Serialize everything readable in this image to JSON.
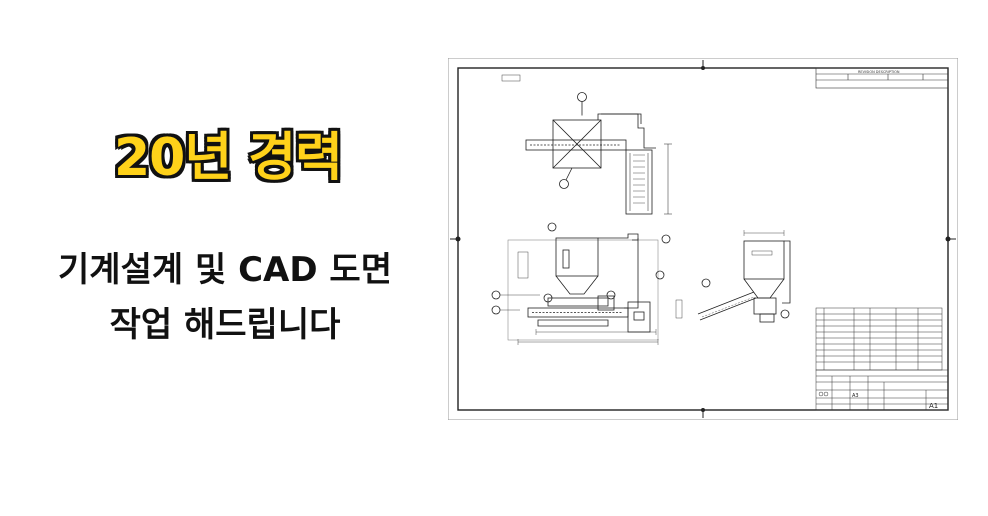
{
  "headline": "20년 경력",
  "subtitle_line1": "기계설계 및 CAD 도면",
  "subtitle_line2": "작업 해드립니다",
  "drawing": {
    "revision_title": "REVISION DESCRIPTION",
    "sheet_size": "A3",
    "sheet_code": "A1"
  },
  "colors": {
    "accent": "#ffd21a",
    "text": "#111111",
    "line": "#222222"
  }
}
